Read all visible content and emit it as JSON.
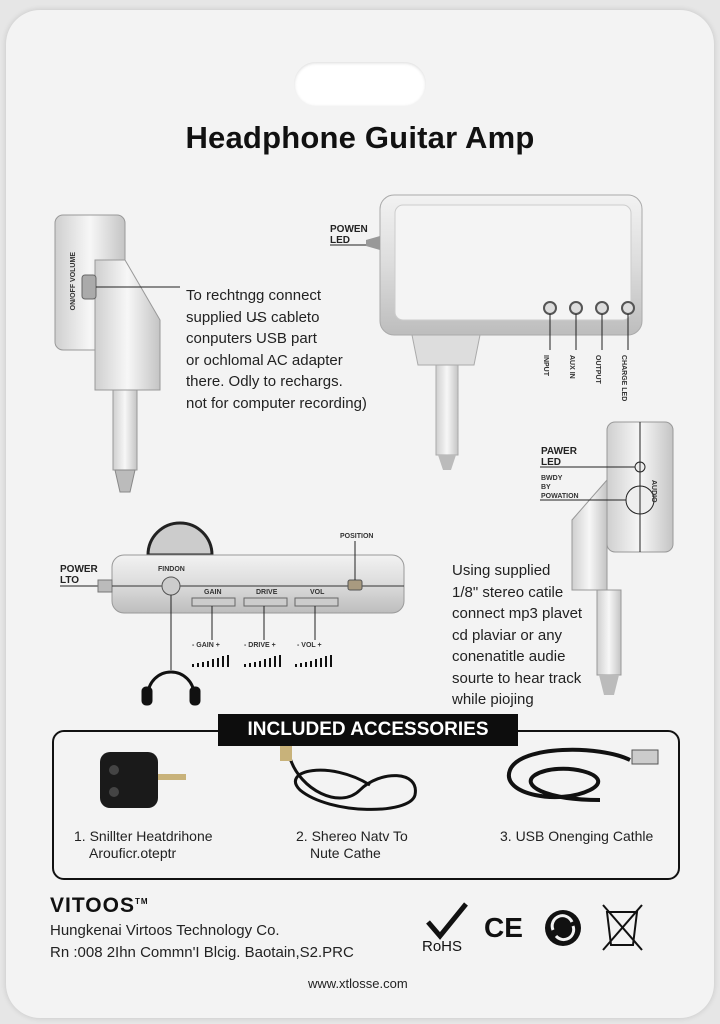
{
  "title": "Headphone Guitar Amp",
  "instructions": {
    "charging": [
      "To rechtngg connect",
      "supplied U̶S cableto",
      "conputers USB part",
      "or ochlomal AC adapter",
      "there. Odly to rechargs.",
      "not for computer recording)"
    ],
    "audio_in": [
      "Using supplied",
      "1/8\" stereo catile",
      "connect mp3 plavet",
      "cd plaviar or any",
      "conenatitle audie",
      "sourte to hear track",
      "while piojing"
    ]
  },
  "labels": {
    "power_led_top": [
      "POWEN",
      "LED"
    ],
    "power_led_left": [
      "POWER",
      "LTO"
    ],
    "power_led_right": [
      "PAWER",
      "LED"
    ],
    "right_aux": [
      "BWDY",
      "BY",
      "POWATION"
    ],
    "right_vertical": "AUDIO",
    "side_vertical": "ON/OFF VOLUME",
    "top_knob": "FINDON",
    "top_switch": "POSITION",
    "sliders": [
      "GAIN",
      "DRIVE",
      "VOL"
    ],
    "slider_ranges": [
      "- GAIN +",
      "- DRIVE +",
      "- VOL +"
    ],
    "jacks": [
      "INPUT",
      "AUX IN",
      "OUTPUT",
      "CHARGE LED"
    ]
  },
  "accessories": {
    "heading": "INCLUDED ACCESSORIES",
    "items": [
      {
        "line1": "1. Snillter Heatdrihone",
        "line2": "Arouficr.oteptr"
      },
      {
        "line1": "2. Shereo Natv To",
        "line2": "Nute Cathe"
      },
      {
        "line1": "3. USB Onenging Cathle",
        "line2": ""
      }
    ]
  },
  "footer": {
    "brand": "VITOOS",
    "tm": "TM",
    "company": "Hungkenai Virtoos Technology Co.",
    "address": "Rn :008 2Ihn Commn'I Blcig. Baotain,S2.PRC",
    "url": "www.xtlosse.com",
    "rohs": "RoHS",
    "ce": "CE"
  }
}
